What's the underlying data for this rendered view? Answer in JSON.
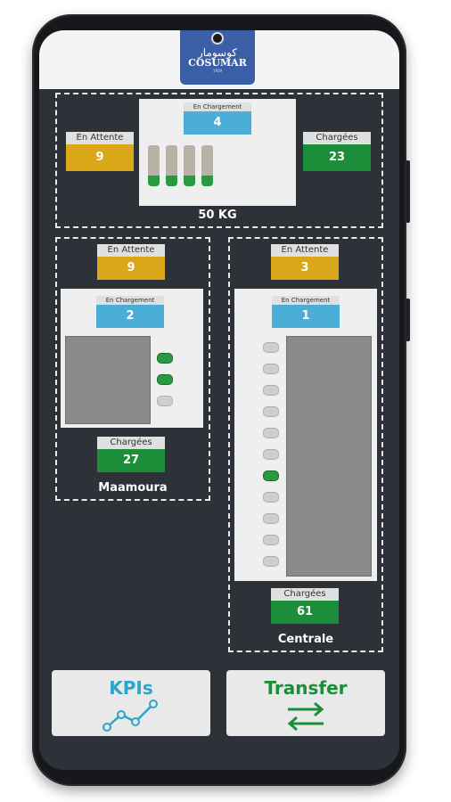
{
  "brand": {
    "logo_arabic": "كوسومار",
    "logo_latin": "COSUMAR",
    "logo_sub": "1929"
  },
  "zones": {
    "kg50": {
      "name": "50 KG",
      "en_attente": {
        "label": "En Attente",
        "value": "9"
      },
      "en_chargement": {
        "label": "En Chargement",
        "value": "4"
      },
      "chargees": {
        "label": "Chargées",
        "value": "23"
      }
    },
    "maamoura": {
      "name": "Maamoura",
      "en_attente": {
        "label": "En Attente",
        "value": "9"
      },
      "en_chargement": {
        "label": "En Chargement",
        "value": "2"
      },
      "chargees": {
        "label": "Chargées",
        "value": "27"
      }
    },
    "centrale": {
      "name": "Centrale",
      "en_attente": {
        "label": "En Attente",
        "value": "3"
      },
      "en_chargement": {
        "label": "En Chargement",
        "value": "1"
      },
      "chargees": {
        "label": "Chargées",
        "value": "61"
      }
    }
  },
  "nav": {
    "kpis": {
      "label": "KPIs",
      "icon": "line-chart-icon"
    },
    "transfer": {
      "label": "Transfer",
      "icon": "swap-arrows-icon"
    }
  },
  "colors": {
    "waiting": "#d9a717",
    "loading": "#4aaed6",
    "loaded": "#1c8e3a",
    "kpis_text": "#2aa6c9",
    "transfer_text": "#1c8e3a"
  }
}
